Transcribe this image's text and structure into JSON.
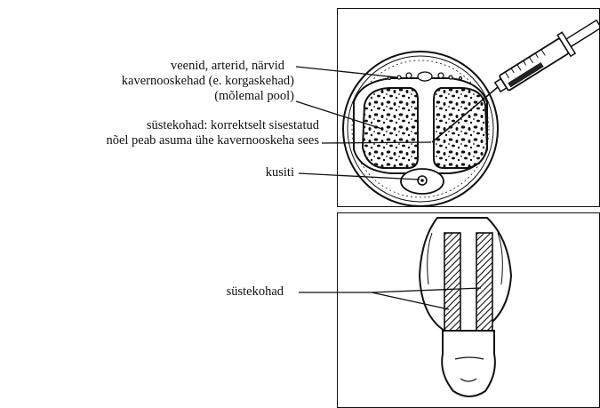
{
  "labels": {
    "veins": "veenid, arterid, närvid",
    "cavernosa": "kavernooskehad (e. korgaskehad)",
    "both_sides": "(mõlemal pool)",
    "injection_site_1": "süstekohad: korrektselt sisestatud",
    "injection_site_2": "nõel peab asuma ühe kavernooskeha sees",
    "urethra": "kusiti",
    "injection_sites_side": "süstekohad"
  }
}
